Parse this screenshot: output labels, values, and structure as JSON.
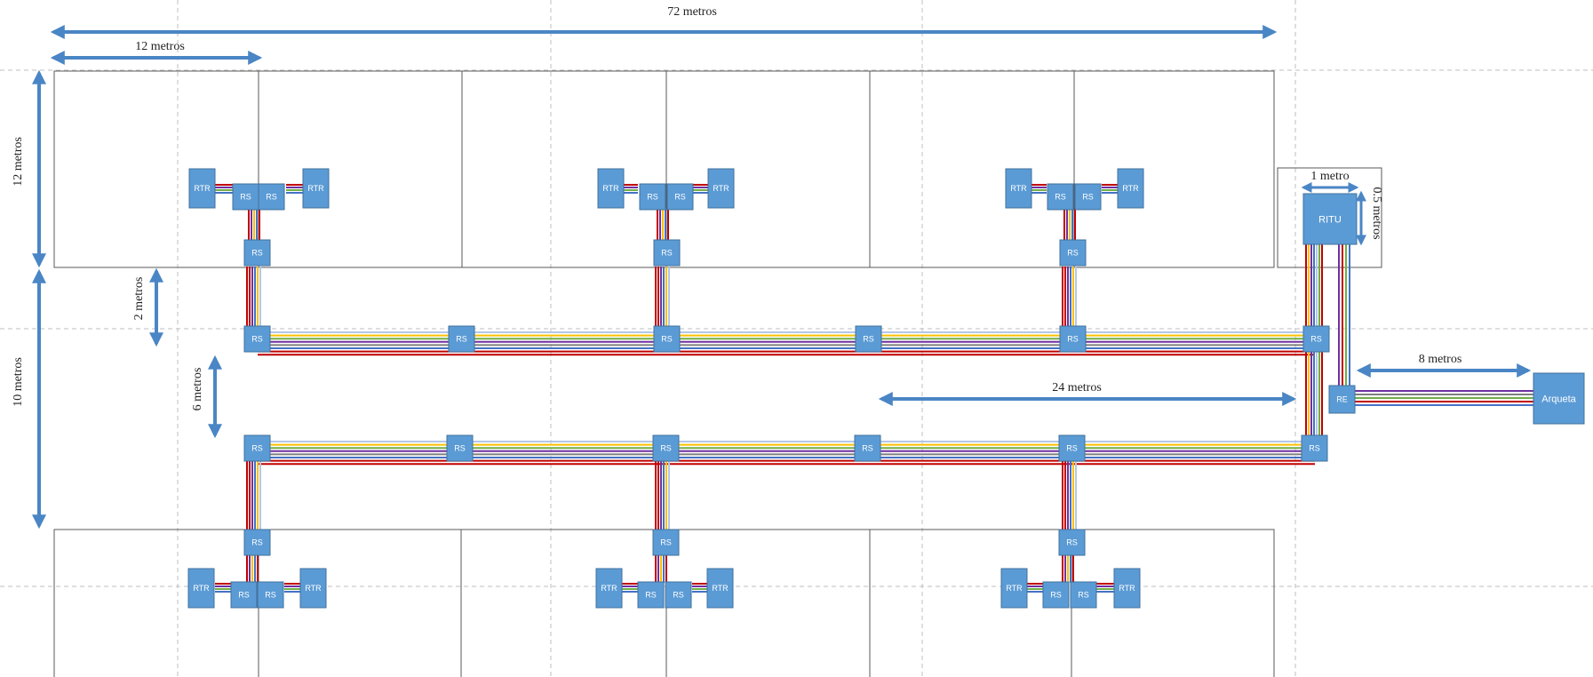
{
  "dimensions": {
    "total_width": "72 metros",
    "room_width": "12 metros",
    "room_depth": "12 metros",
    "corridor_offset": "2 metros",
    "corridor_depth": "10 metros",
    "bus_separation": "6 metros",
    "ritu_width": "1 metro",
    "ritu_depth": "0.5 metros",
    "re_to_arqueta": "8 metros",
    "bus_span": "24 metros"
  },
  "labels": {
    "rs": "RS",
    "rtr": "RTR",
    "ritu": "RITU",
    "re": "RE",
    "arqueta": "Arqueta"
  },
  "colors": {
    "box_fill": "#5b9bd5",
    "box_stroke": "#41719c",
    "dimension_arrow": "#4a86c5",
    "wall": "#595959",
    "grid": "#bfbfbf",
    "cables": [
      "#c00000",
      "#7030a0",
      "#ffc000",
      "#4472c4",
      "#70ad47",
      "#b4c7e7",
      "#7f7f7f"
    ]
  }
}
